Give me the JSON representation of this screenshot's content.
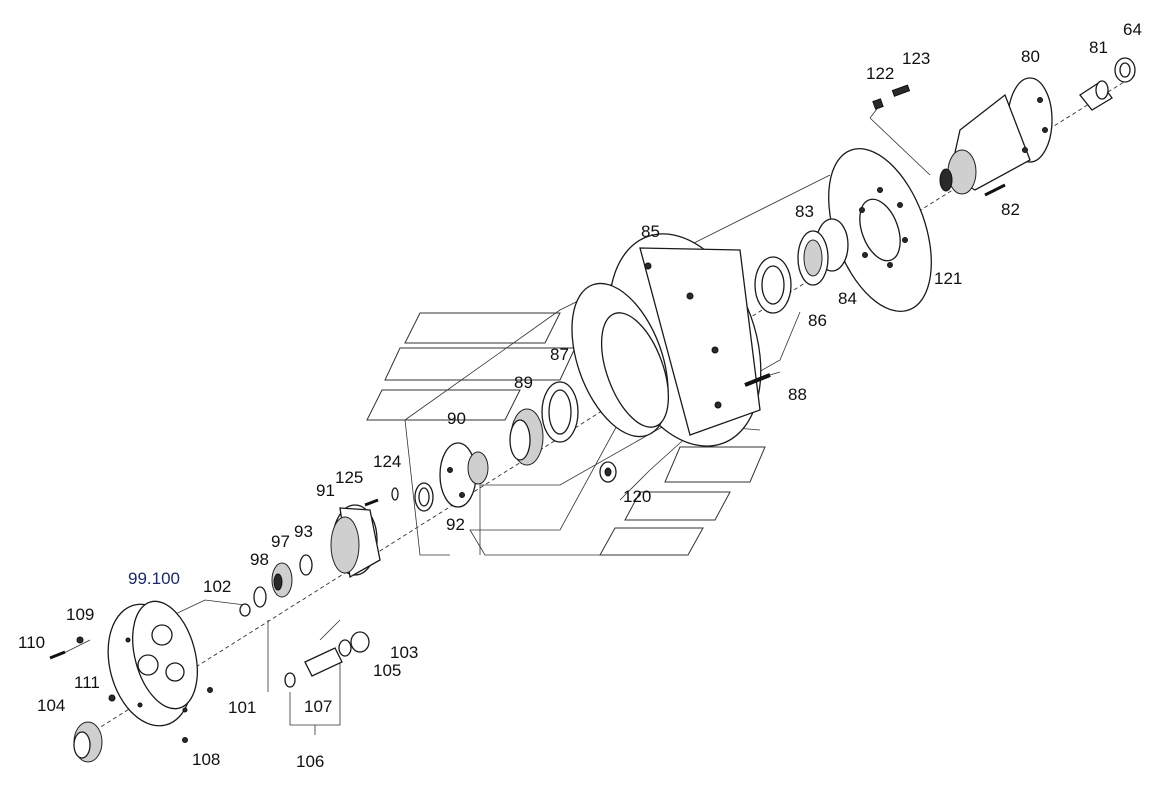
{
  "parts": [
    {
      "id": "lbl-64",
      "text": "64"
    },
    {
      "id": "lbl-80",
      "text": "80"
    },
    {
      "id": "lbl-81",
      "text": "81"
    },
    {
      "id": "lbl-82",
      "text": "82"
    },
    {
      "id": "lbl-83",
      "text": "83"
    },
    {
      "id": "lbl-84",
      "text": "84"
    },
    {
      "id": "lbl-85",
      "text": "85"
    },
    {
      "id": "lbl-86",
      "text": "86"
    },
    {
      "id": "lbl-87",
      "text": "87"
    },
    {
      "id": "lbl-88",
      "text": "88"
    },
    {
      "id": "lbl-89",
      "text": "89"
    },
    {
      "id": "lbl-90",
      "text": "90"
    },
    {
      "id": "lbl-91",
      "text": "91"
    },
    {
      "id": "lbl-92",
      "text": "92"
    },
    {
      "id": "lbl-93",
      "text": "93"
    },
    {
      "id": "lbl-97",
      "text": "97"
    },
    {
      "id": "lbl-98",
      "text": "98"
    },
    {
      "id": "lbl-99-100",
      "text": "99.100"
    },
    {
      "id": "lbl-101",
      "text": "101"
    },
    {
      "id": "lbl-102",
      "text": "102"
    },
    {
      "id": "lbl-103",
      "text": "103"
    },
    {
      "id": "lbl-104",
      "text": "104"
    },
    {
      "id": "lbl-105",
      "text": "105"
    },
    {
      "id": "lbl-106",
      "text": "106"
    },
    {
      "id": "lbl-107",
      "text": "107"
    },
    {
      "id": "lbl-108",
      "text": "108"
    },
    {
      "id": "lbl-109",
      "text": "109"
    },
    {
      "id": "lbl-110",
      "text": "110"
    },
    {
      "id": "lbl-111",
      "text": "111"
    },
    {
      "id": "lbl-120",
      "text": "120"
    },
    {
      "id": "lbl-121",
      "text": "121"
    },
    {
      "id": "lbl-122",
      "text": "122"
    },
    {
      "id": "lbl-123",
      "text": "123"
    },
    {
      "id": "lbl-124",
      "text": "124"
    },
    {
      "id": "lbl-125",
      "text": "125"
    }
  ]
}
